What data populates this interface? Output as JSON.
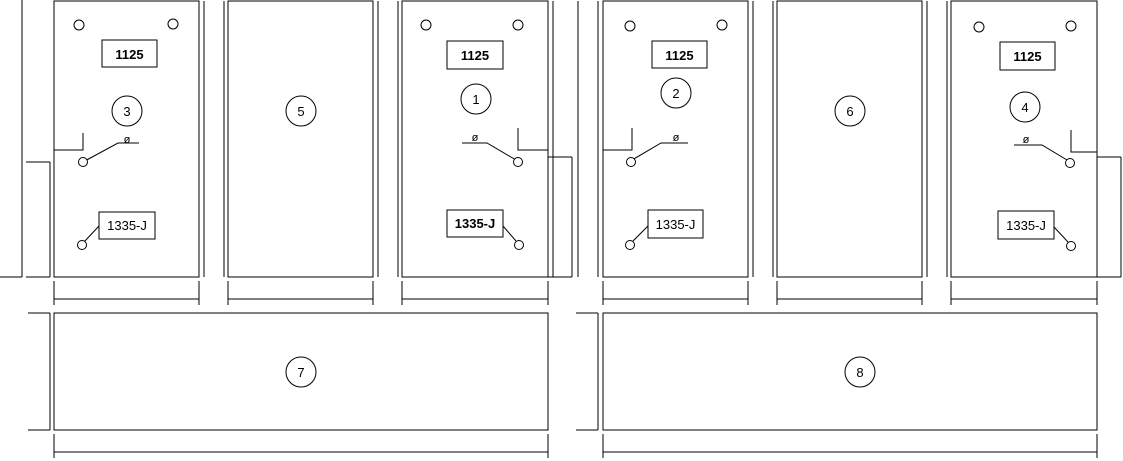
{
  "panels": [
    {
      "id": "panel-a",
      "model": "1125",
      "part": "1335-J",
      "number": "3"
    },
    {
      "id": "panel-b",
      "number": "5"
    },
    {
      "id": "panel-c",
      "model": "1125",
      "part": "1335-J",
      "number": "1"
    },
    {
      "id": "panel-d",
      "model": "1125",
      "part": "1335-J",
      "number": "2"
    },
    {
      "id": "panel-e",
      "number": "6"
    },
    {
      "id": "panel-f",
      "model": "1125",
      "part": "1335-J",
      "number": "4"
    },
    {
      "id": "panel-g",
      "number": "7"
    },
    {
      "id": "panel-h",
      "number": "8"
    }
  ],
  "lock_symbol": "ø",
  "colors": {
    "line": "#000000",
    "background": "#ffffff"
  }
}
